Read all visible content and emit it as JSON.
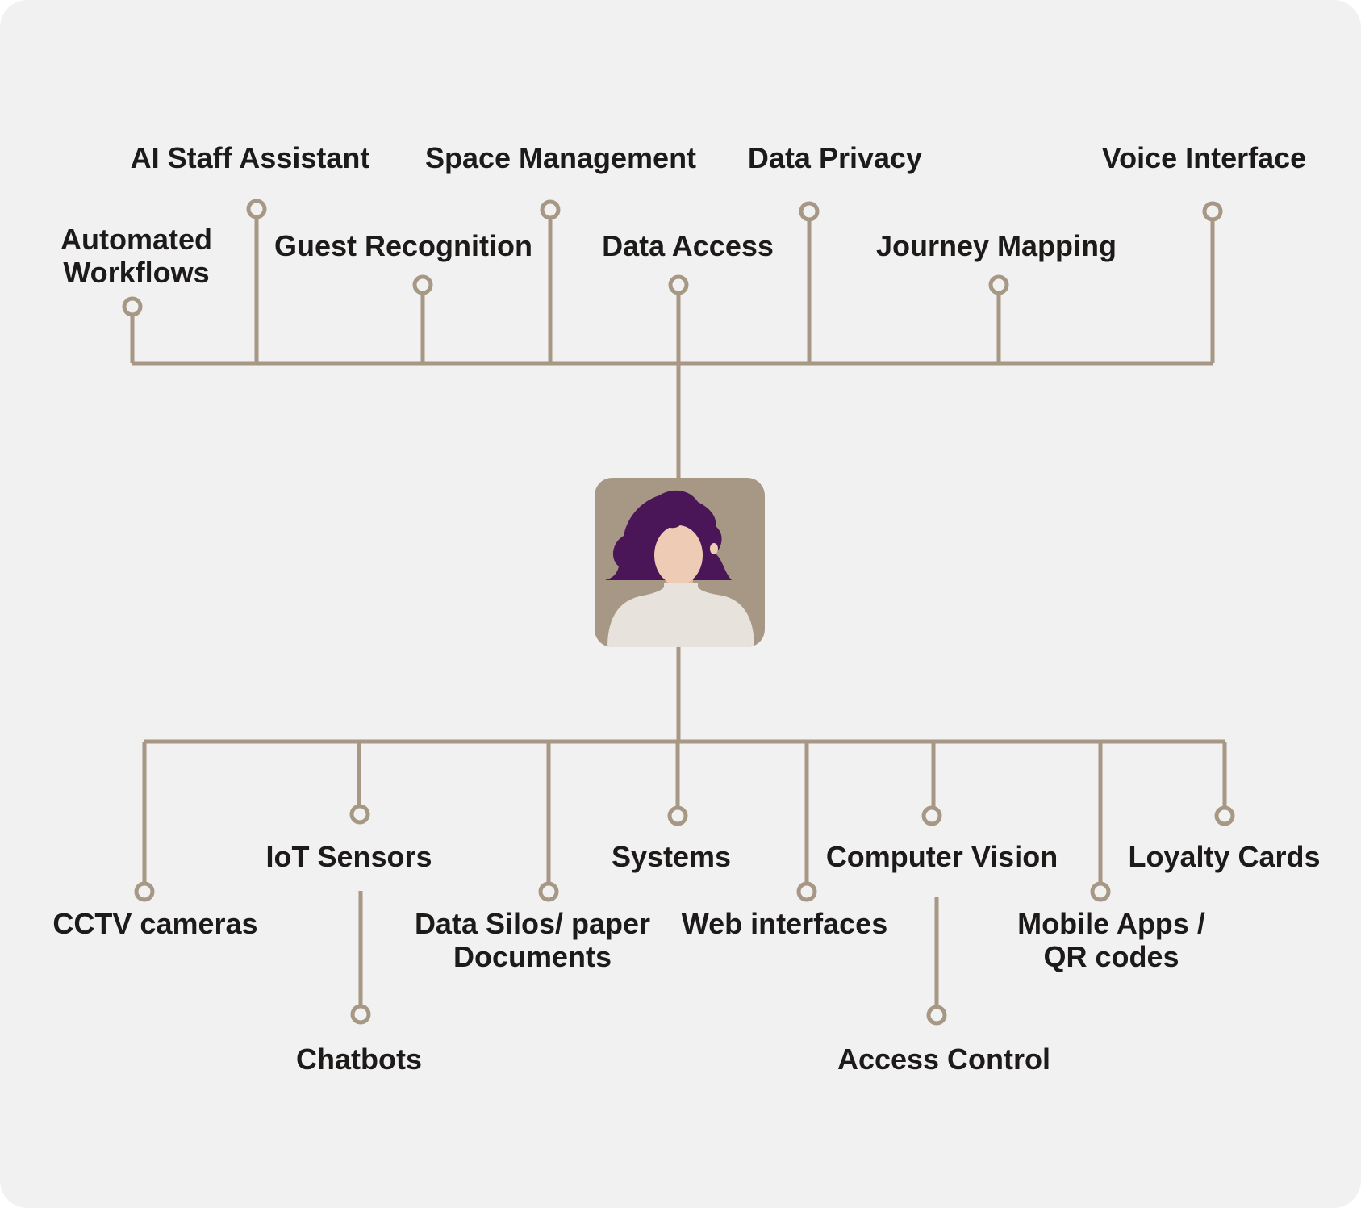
{
  "colors": {
    "background": "#f2f1f1",
    "connector": "#a69884",
    "text": "#1d1a1a",
    "avatar_bg": "#a69884",
    "hair": "#4a1658",
    "skin": "#edcbb4",
    "shirt": "#e8e2dc"
  },
  "center": {
    "icon": "person-avatar-icon"
  },
  "top_branches": [
    {
      "label": "Automated\nWorkflows"
    },
    {
      "label": "AI Staff Assistant"
    },
    {
      "label": "Guest Recognition"
    },
    {
      "label": "Space Management"
    },
    {
      "label": "Data Access"
    },
    {
      "label": "Data Privacy"
    },
    {
      "label": "Journey Mapping"
    },
    {
      "label": "Voice Interface"
    }
  ],
  "bottom_branches": [
    {
      "label": "CCTV cameras"
    },
    {
      "label": "IoT Sensors"
    },
    {
      "label": "Chatbots"
    },
    {
      "label": "Data Silos/ paper\nDocuments"
    },
    {
      "label": "Systems"
    },
    {
      "label": "Web interfaces"
    },
    {
      "label": "Computer Vision"
    },
    {
      "label": "Access Control"
    },
    {
      "label": "Mobile Apps /\nQR codes"
    },
    {
      "label": "Loyalty Cards"
    }
  ]
}
